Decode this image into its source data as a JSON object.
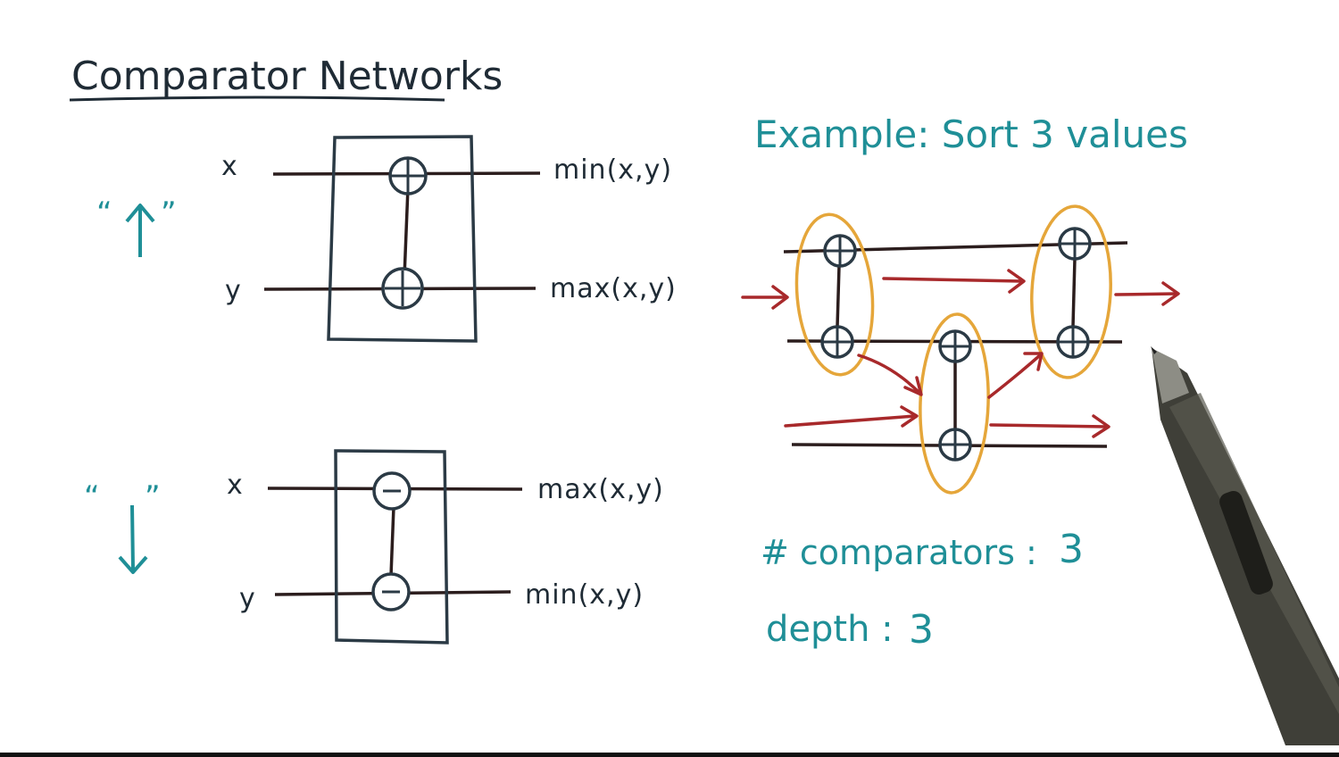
{
  "title": "Comparator Networks",
  "up_comparator": {
    "label_open": "“",
    "label_close": "”",
    "input_top": "x",
    "input_bottom": "y",
    "output_top": "min(x,y)",
    "output_bottom": "max(x,y)",
    "gate_symbol": "+"
  },
  "down_comparator": {
    "label_open": "“",
    "label_close": "”",
    "input_top": "x",
    "input_bottom": "y",
    "output_top": "max(x,y)",
    "output_bottom": "min(x,y)",
    "gate_symbol": "−"
  },
  "example": {
    "title": "Example: Sort 3 values",
    "comparators_label": "# comparators :",
    "comparators_value": "3",
    "depth_label": "depth :",
    "depth_value": "3"
  },
  "colors": {
    "ink": "#1f2b35",
    "teal": "#1f8f97",
    "arrow_red": "#a8292b",
    "highlight_orange": "#e5a63a",
    "background": "#ffffff",
    "pen_body": "#4a4a42",
    "bottom_bar": "#101010"
  }
}
